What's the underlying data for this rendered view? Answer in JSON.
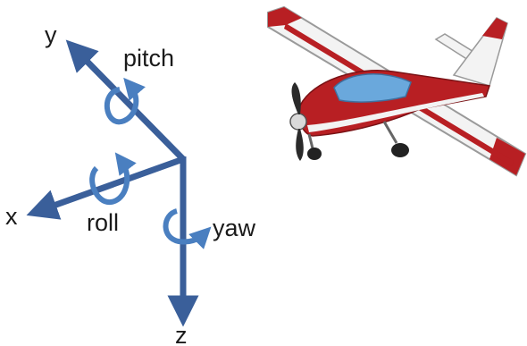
{
  "axes": {
    "x": {
      "label": "x"
    },
    "y": {
      "label": "y"
    },
    "z": {
      "label": "z"
    }
  },
  "rotations": {
    "pitch": {
      "label": "pitch"
    },
    "roll": {
      "label": "roll"
    },
    "yaw": {
      "label": "yaw"
    }
  },
  "colors": {
    "axis_blue": "#3a5f9a",
    "rotation_arrow_blue": "#4a7fc0",
    "plane_red": "#b81f23",
    "plane_white": "#f3f3f3",
    "canopy_blue": "#6aa8dc",
    "label_text": "#1a1a1a"
  },
  "icons": {
    "airplane": "cessna-airplane-illustration"
  }
}
